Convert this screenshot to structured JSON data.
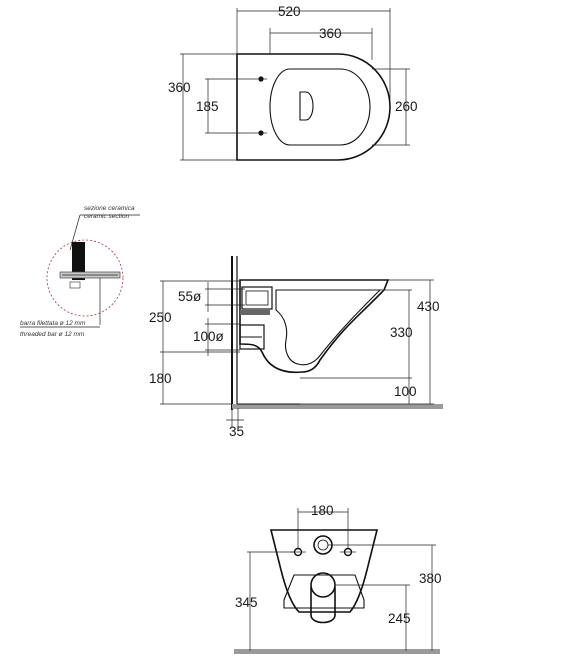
{
  "top_view": {
    "width_total": "520",
    "width_bowl": "360",
    "height_total": "360",
    "fixing_spacing": "185",
    "bowl_height": "260"
  },
  "detail": {
    "label_it": "sezione ceramica",
    "label_en": "ceramic section",
    "rod_it": "barra filettata ø 12 mm",
    "rod_en": "threaded bar ø 12 mm"
  },
  "side_view": {
    "pipe_small": "55ø",
    "pipe_large": "100ø",
    "fixing_height": "250",
    "floor_height": "180",
    "wall_gap": "35",
    "rim_height": "430",
    "outlet_height": "330",
    "outlet_floor": "100"
  },
  "rear_view": {
    "fixing_spacing": "180",
    "fixing_height": "345",
    "total_height": "380",
    "outlet_height": "245"
  }
}
